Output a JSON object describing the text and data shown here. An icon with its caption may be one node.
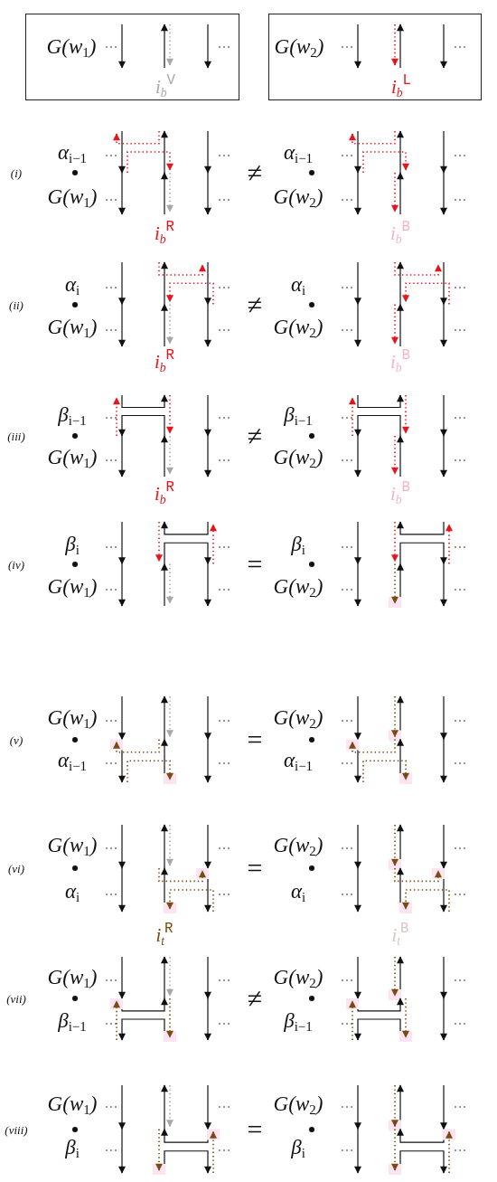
{
  "diagram": {
    "nodes": [
      {
        "text": [
          "G(w$_{1}$)",
          "i$_{b}$$^{V}$"
        ]
      },
      {
        "text": [
          "G(w$_{2}$)",
          "i$_{b}$$^{L}$"
        ]
      }
    ],
    "labels": [
      "α$_{i−1}$",
      "α$_{i−1}$",
      "(i)",
      "≠",
      "G(w$_{1}$)",
      "G(w$_{2}$)",
      "i$_{b}$$^{R}$",
      "i$_{b}$$^{B}$",
      "α$_{i}$",
      "α$_{i}$",
      "(ii)",
      "≠",
      "G(w$_{1}$)",
      "G(w$_{2}$)",
      "i$_{b}$$^{R}$",
      "i$_{b}$$^{B}$",
      "β$_{i−1}$",
      "β$_{i−1}$",
      "(iii)",
      "≠",
      "G(w$_{1}$)",
      "G(w$_{2}$)",
      "i$_{b}$$^{R}$",
      "i$_{b}$$^{B}$",
      "β$_{i}$",
      "β$_{i}$",
      "(iv)",
      "=",
      "G(w$_{1}$)",
      "G(w$_{2}$)",
      "G(w$_{1}$)",
      "G(w$_{2}$)",
      "(v)",
      "=",
      "α$_{i−1}$",
      "α$_{i−1}$",
      "G(w$_{1}$)",
      "G(w$_{2}$)",
      "(vi)",
      "=",
      "α$_{i}$",
      "α$_{i}$",
      "i$_{t}$$^{R}$",
      "i$_{t}$$^{B}$",
      "G(w$_{1}$)",
      "G(w$_{2}$)",
      "(vii)",
      "≠",
      "β$_{i−1}$",
      "β$_{i−1}$",
      "G(w$_{1}$)",
      "G(w$_{2}$)",
      "(viii)",
      "=",
      "β$_{i}$",
      "β$_{i}$"
    ]
  }
}
